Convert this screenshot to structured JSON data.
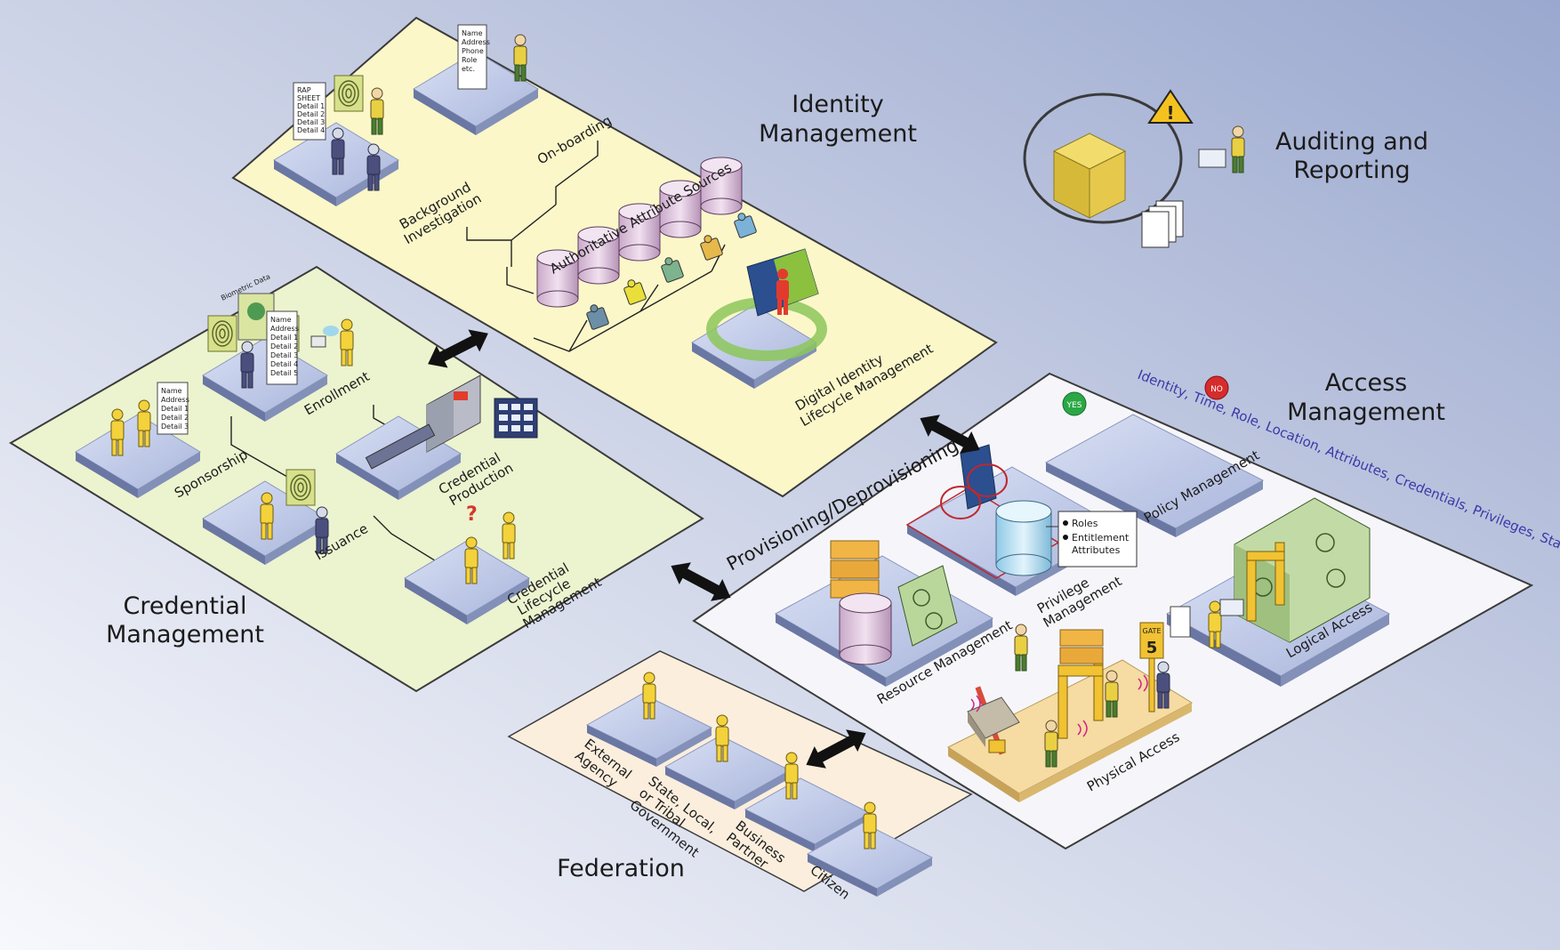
{
  "identity_management": {
    "title": [
      "Identity",
      "Management"
    ],
    "background_investigation": [
      "Background",
      "Investigation"
    ],
    "on_boarding": "On-boarding",
    "authoritative_sources": "Authoritative Attribute Sources",
    "digital_identity_lifecycle": [
      "Digital Identity",
      "Lifecycle Management"
    ],
    "rap_sheet": [
      "RAP",
      "SHEET",
      "Detail 1",
      "Detail 2",
      "Detail 3",
      "Detail 4"
    ],
    "onboarding_form": [
      "Name",
      "Address",
      "Phone",
      "Role",
      "etc."
    ]
  },
  "auditing": {
    "title": [
      "Auditing and",
      "Reporting"
    ]
  },
  "credential_management": {
    "title": [
      "Credential",
      "Management"
    ],
    "enrollment": "Enrollment",
    "biometric_data": "Biometric Data",
    "sponsorship": "Sponsorship",
    "credential_production": [
      "Credential",
      "Production"
    ],
    "issuance": "Issuance",
    "credential_lifecycle": [
      "Credential",
      "Lifecycle",
      "Management"
    ],
    "enroll_form": [
      "Name",
      "Address",
      "Detail 1",
      "Detail 2",
      "Detail 3",
      "Detail 4",
      "Detail 5"
    ],
    "sponsor_form": [
      "Name",
      "Address",
      "Detail 1",
      "Detail 2",
      "Detail 3"
    ]
  },
  "provisioning": "Provisioning/Deprovisioning",
  "access_management": {
    "title": [
      "Access",
      "Management"
    ],
    "policy_management": "Policy Management",
    "policy_spiral": "Identity, Time, Role, Location, Attributes, Credentials, Privileges, Status",
    "yes_badge": "YES",
    "no_badge": "NO",
    "privilege_management": [
      "Privilege",
      "Management"
    ],
    "resource_management": "Resource Management",
    "physical_access": "Physical Access",
    "logical_access": "Logical Access",
    "entitlements": [
      "Roles",
      "Entitlement",
      "Attributes"
    ],
    "gate_sign": [
      "GATE",
      "5"
    ]
  },
  "federation": {
    "title": "Federation",
    "external_agency": [
      "External",
      "Agency"
    ],
    "state_local": [
      "State, Local,",
      "or Tribal",
      "Government"
    ],
    "business_partner": [
      "Business",
      "Partner"
    ],
    "citizen": "Citizen"
  },
  "colors": {
    "identity_panel": "#fbf7c9",
    "credential_panel": "#ecf3cf",
    "access_panel": "#f6f6fa",
    "federation_panel": "#fbeedd",
    "tile_top": "#c4ceea",
    "person": "#f3d23b",
    "arrow": "#111111"
  },
  "icons": [
    "warning-icon",
    "cube-icon",
    "documents-icon",
    "database-icon",
    "puzzle-icon",
    "person-icon",
    "arrow-icon",
    "fingerprint-icon",
    "server-icon",
    "turnstile-icon"
  ]
}
